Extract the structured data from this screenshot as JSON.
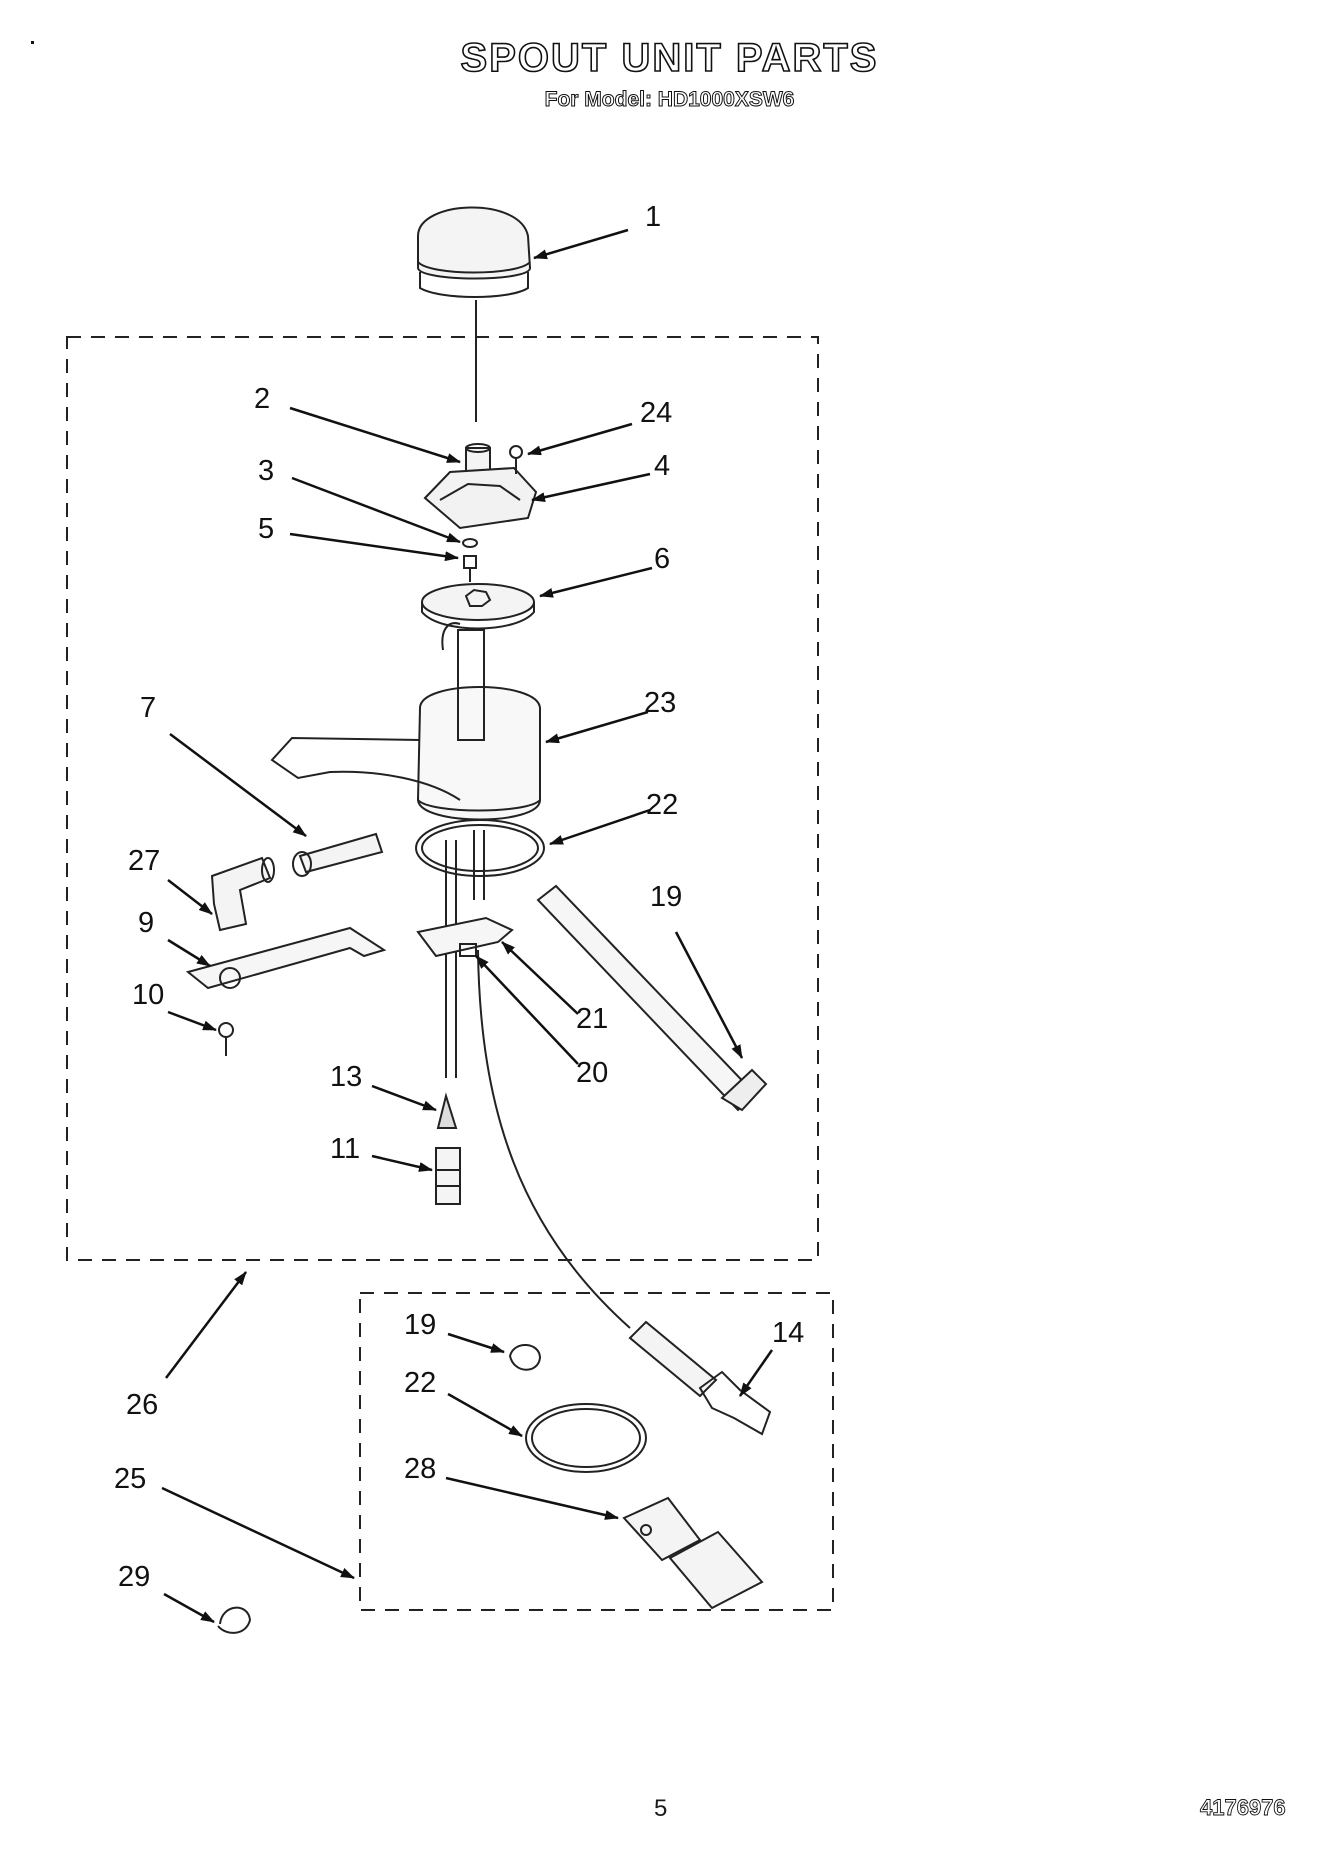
{
  "title": "SPOUT UNIT PARTS",
  "subtitle": "For Model: HD1000XSW6",
  "page_number": "5",
  "document_number": "4176976",
  "callouts": [
    "1",
    "2",
    "24",
    "3",
    "4",
    "5",
    "6",
    "7",
    "23",
    "27",
    "22",
    "9",
    "19",
    "10",
    "21",
    "20",
    "13",
    "11",
    "26",
    "19",
    "14",
    "22",
    "28",
    "25",
    "29"
  ]
}
